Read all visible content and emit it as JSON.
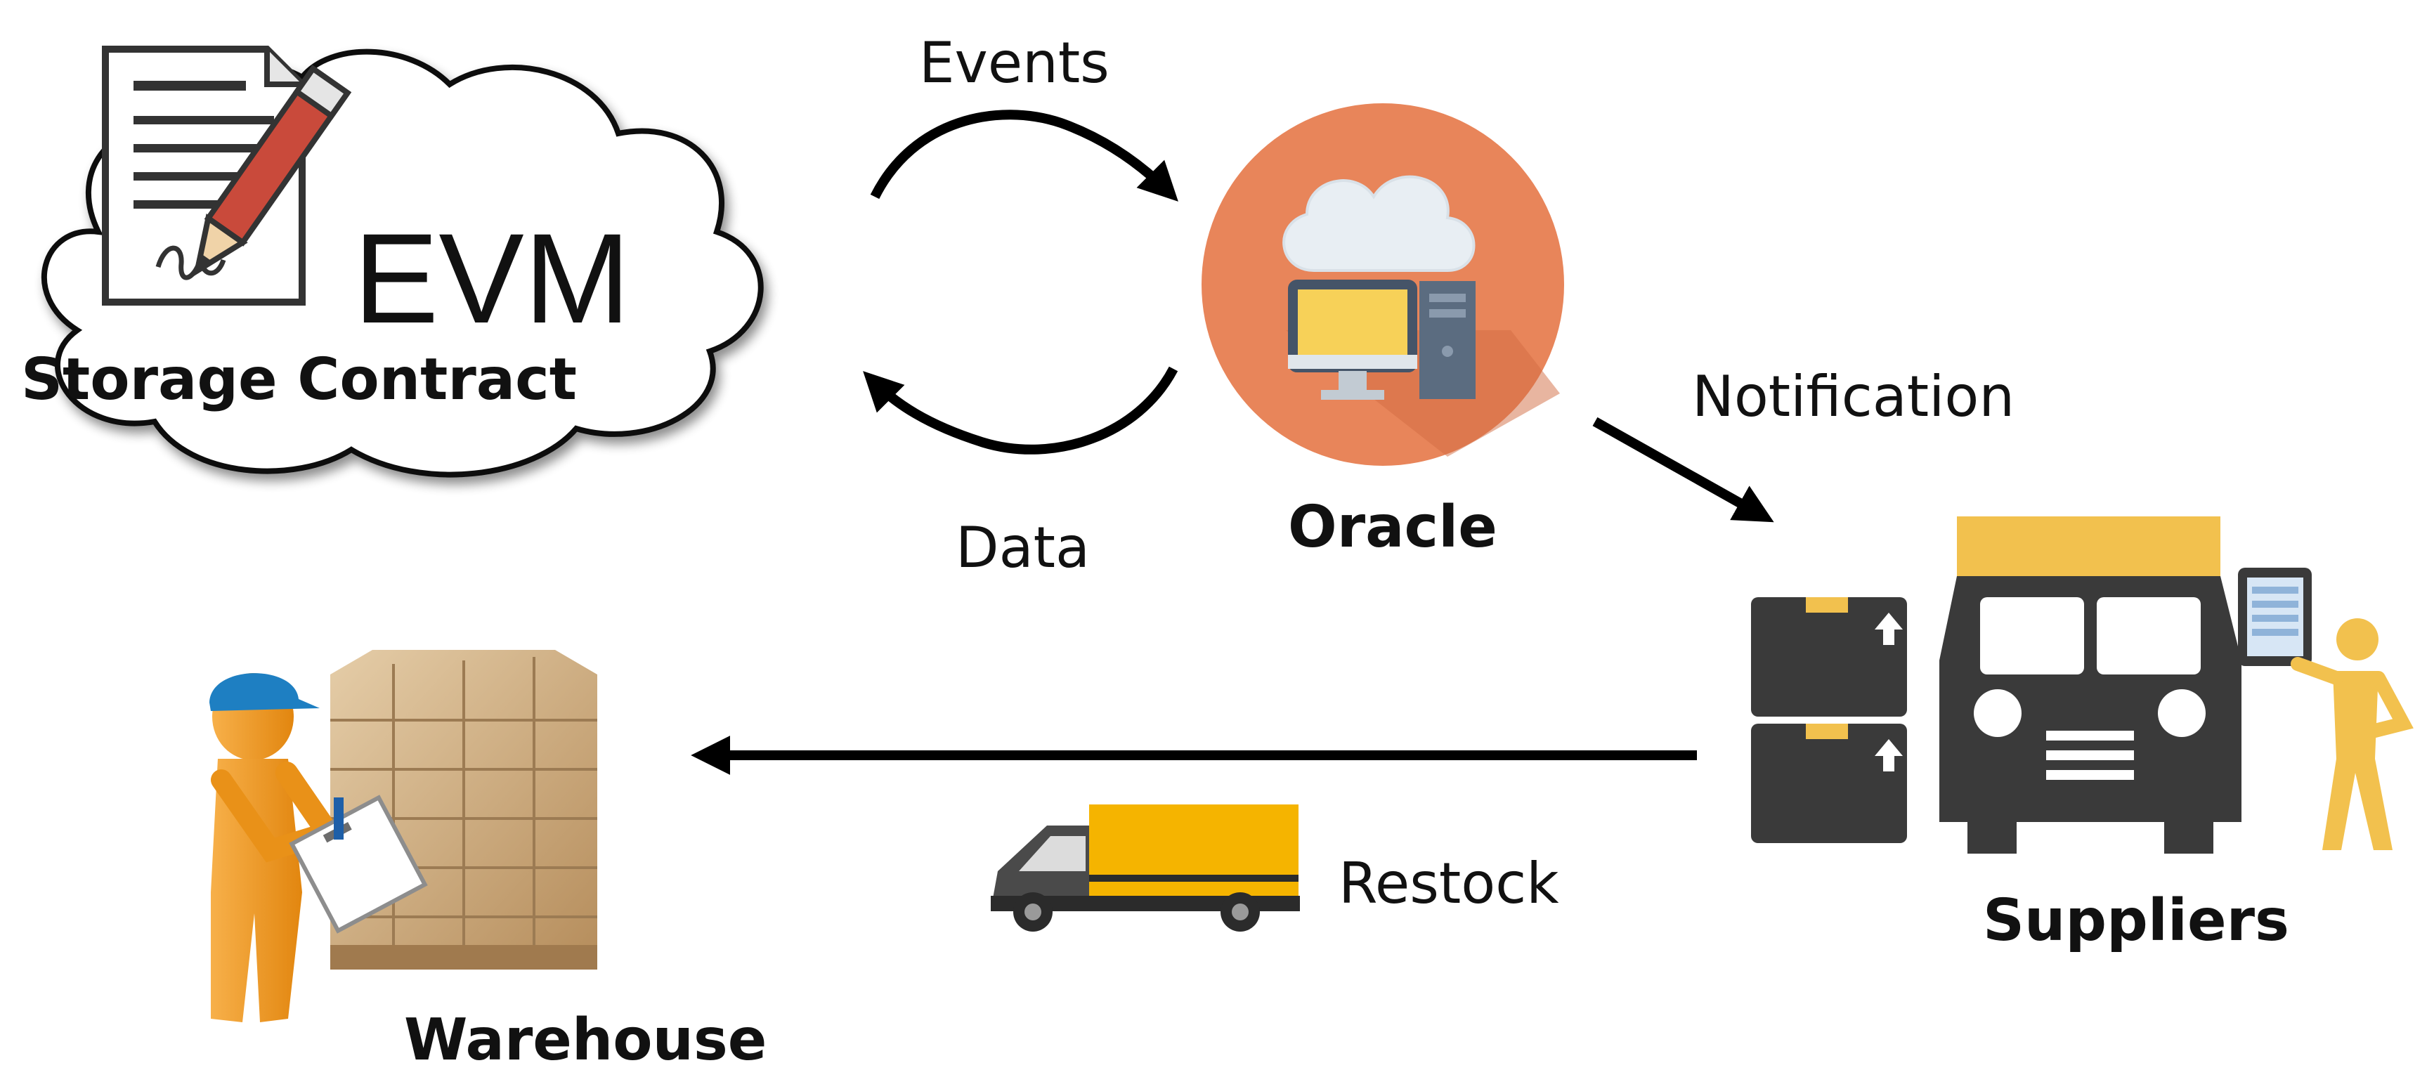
{
  "diagram": {
    "evm_label": "EVM",
    "contract_label": "Storage Contract",
    "events_label": "Events",
    "data_label": "Data",
    "oracle_label": "Oracle",
    "notification_label": "Notification",
    "suppliers_label": "Suppliers",
    "restock_label": "Restock",
    "warehouse_label": "Warehouse"
  },
  "colors": {
    "oracle_circle": "#E8855A",
    "truck_yellow": "#F2C14E",
    "truck_dark": "#3A3A3A",
    "worker_orange": "#F29A1F",
    "helmet_blue": "#1E7FC2",
    "box_tan": "#C9A57A",
    "restock_truck_body": "#F5B400"
  },
  "icons": [
    "document-pen-icon",
    "cloud-icon",
    "monitor-icon",
    "server-tower-icon",
    "delivery-truck-icon",
    "stacked-boxes-icon",
    "tablet-icon",
    "person-icon",
    "van-icon",
    "worker-icon",
    "pallet-boxes-icon"
  ]
}
